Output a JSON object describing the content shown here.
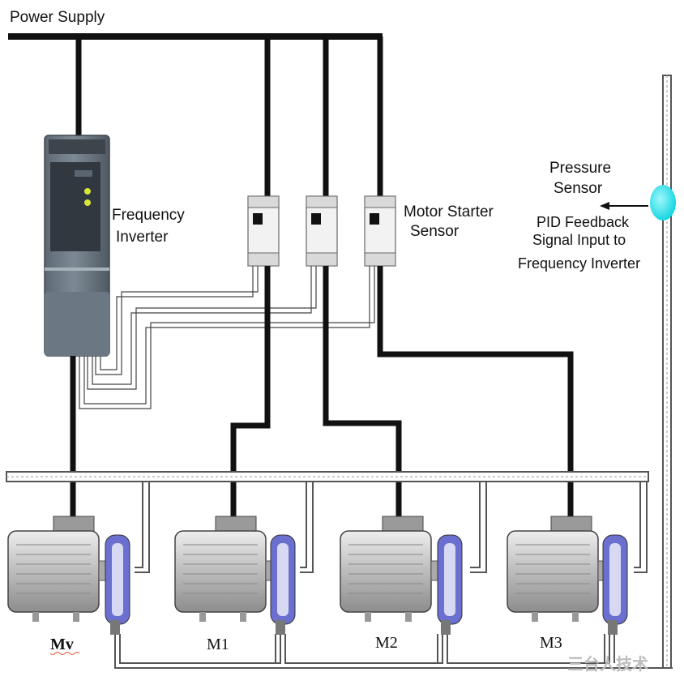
{
  "labels": {
    "power_supply": "Power Supply",
    "frequency_inverter_line1": "Frequency",
    "frequency_inverter_line2": "Inverter",
    "motor_starter_line1": "Motor Starter",
    "motor_starter_line2": "Sensor",
    "pressure_sensor_line1": "Pressure",
    "pressure_sensor_line2": "Sensor",
    "pid_feedback_line1": "PID Feedback",
    "pid_feedback_line2": "Signal Input to",
    "pid_feedback_line3": "Frequency Inverter"
  },
  "motors": [
    {
      "label": "Mv"
    },
    {
      "label": "M1"
    },
    {
      "label": "M2"
    },
    {
      "label": "M3"
    }
  ],
  "watermark": "三台人技术",
  "colors": {
    "wire": "#111111",
    "pipe": "#555555",
    "inverter_body": "#6f7b86",
    "inverter_led": "#d6e63a",
    "motor_body": "#c9c9c9",
    "pump_flange": "#6a6fd0",
    "sensor": "#39e6ee"
  }
}
